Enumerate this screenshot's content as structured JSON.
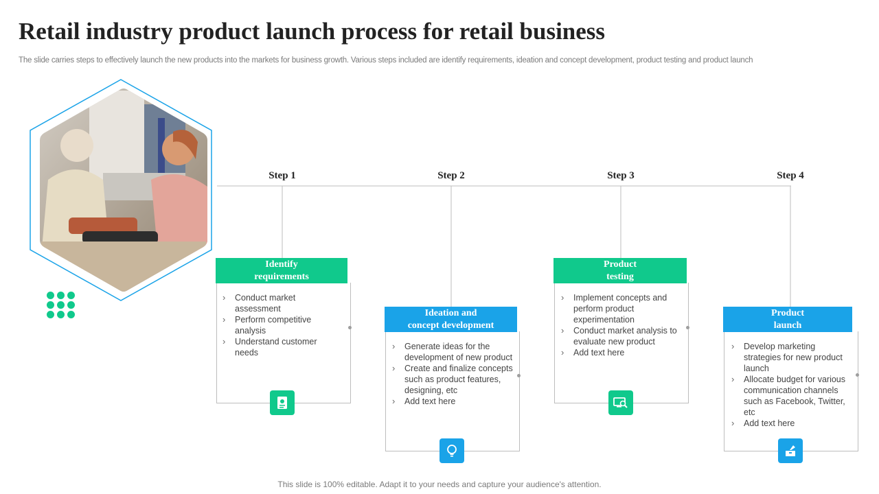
{
  "title": "Retail industry product launch process for retail business",
  "subtitle": "The slide carries steps to effectively launch the new products into the markets for business growth. Various steps included are identify requirements, ideation and concept development, product testing and product launch",
  "footer": "This slide is 100% editable. Adapt it to your needs and capture your audience's attention.",
  "colors": {
    "green": "#10c98c",
    "blue": "#1aa3e8"
  },
  "steps": [
    {
      "step": "Step 1",
      "heading_line1": "Identify",
      "heading_line2": "requirements",
      "color": "green",
      "icon": "document-icon",
      "bullets": [
        "Conduct market assessment",
        "Perform competitive analysis",
        "Understand customer needs"
      ]
    },
    {
      "step": "Step 2",
      "heading_line1": "Ideation and",
      "heading_line2": "concept development",
      "color": "blue",
      "icon": "lightbulb-icon",
      "bullets": [
        "Generate ideas for the development of new product",
        "Create and finalize concepts such as product features, designing, etc",
        "Add text here"
      ]
    },
    {
      "step": "Step 3",
      "heading_line1": "Product",
      "heading_line2": "testing",
      "color": "green",
      "icon": "monitor-magnifier-icon",
      "bullets": [
        "Implement concepts and perform product experimentation",
        "Conduct market analysis to evaluate new product",
        "Add text here"
      ]
    },
    {
      "step": "Step 4",
      "heading_line1": "Product",
      "heading_line2": "launch",
      "color": "blue",
      "icon": "product-box-icon",
      "bullets": [
        "Develop marketing strategies for new product launch",
        "Allocate budget for various communication channels such as Facebook, Twitter, etc",
        "Add text here"
      ]
    }
  ]
}
